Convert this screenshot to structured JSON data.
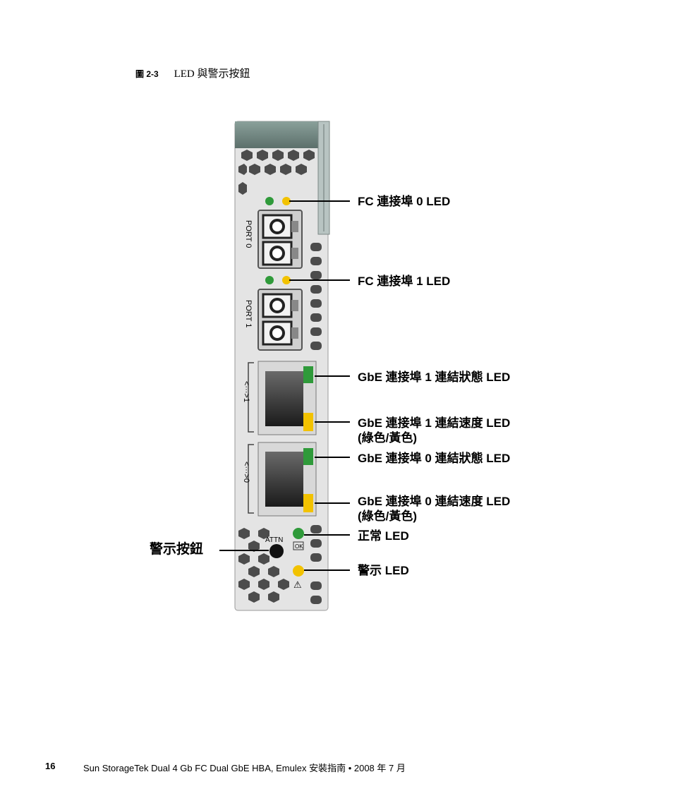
{
  "figure": {
    "number": "圖 2-3",
    "title": "LED 與警示按鈕",
    "panel_labels": {
      "port0": "PORT 0",
      "port1": "PORT 1",
      "gbe1": "<···>1",
      "gbe0": "<···>0",
      "attn": "ATTN",
      "ok": "OK",
      "warn": "⚠"
    },
    "callouts": {
      "fc0": "FC 連接埠 0 LED",
      "fc1": "FC 連接埠 1 LED",
      "gbe1_status": "GbE 連接埠 1 連結狀態 LED",
      "gbe1_speed": "GbE 連接埠 1 連結速度 LED",
      "gbe1_speed_note": "(綠色/黃色)",
      "gbe0_status": "GbE 連接埠 0 連結狀態 LED",
      "gbe0_speed": "GbE 連接埠 0 連結速度 LED",
      "gbe0_speed_note": "(綠色/黃色)",
      "ok_led": "正常 LED",
      "warn_led": "警示 LED",
      "attn_button": "警示按鈕"
    },
    "colors": {
      "green_led": "#2f9a3a",
      "amber_led": "#f2c200",
      "panel": "#e4e4e4"
    }
  },
  "footer": {
    "page_number": "16",
    "text": "Sun StorageTek Dual 4 Gb FC Dual GbE HBA, Emulex 安裝指南 • 2008 年 7 月"
  }
}
